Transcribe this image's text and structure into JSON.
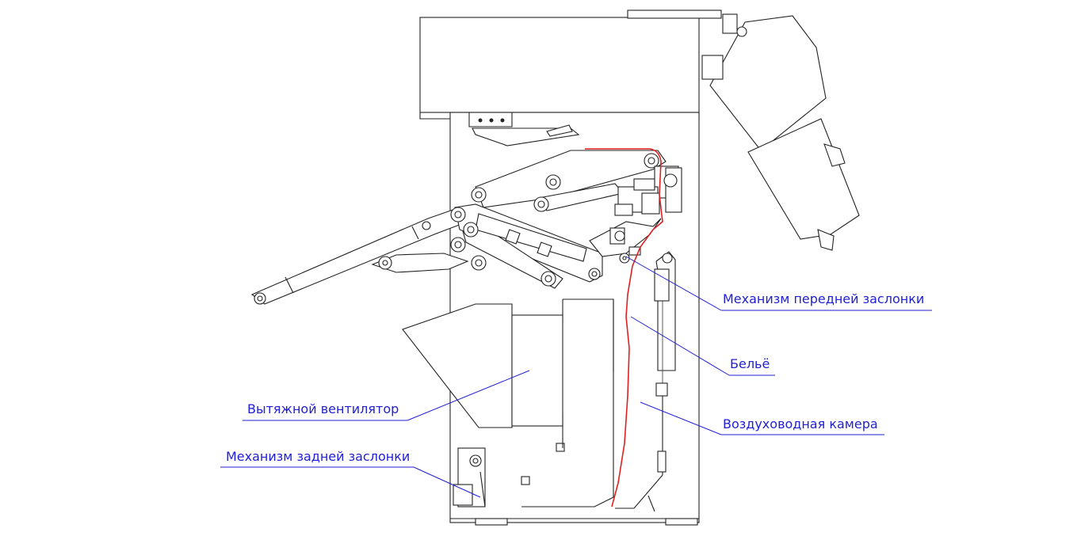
{
  "colors": {
    "label": "#1f1fd6",
    "leader": "#1f1fd6",
    "linen_path": "#e02020",
    "outline": "#222222"
  },
  "labels": {
    "front_flap": "Механизм передней заслонки",
    "linen": "Бельё",
    "exhaust_fan": "Вытяжной вентилятор",
    "rear_flap": "Механизм задней заслонки",
    "air_chamber": "Воздуховодная камера"
  }
}
